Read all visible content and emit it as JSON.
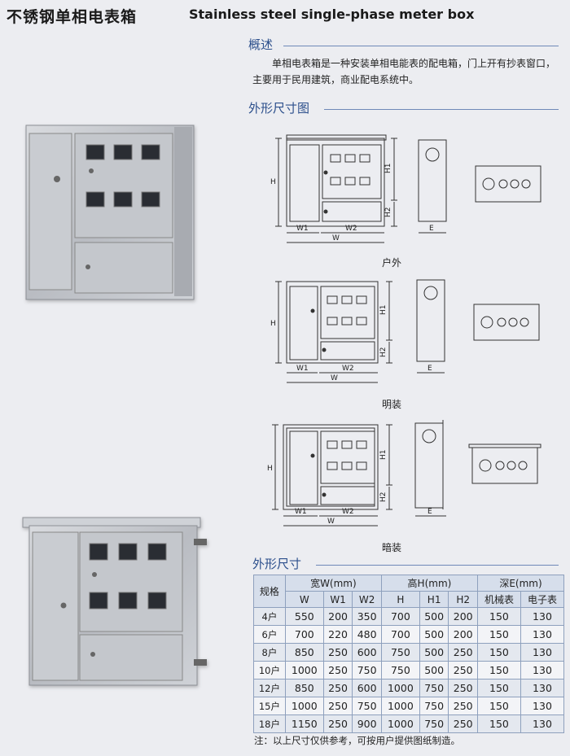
{
  "header": {
    "title_cn": "不锈钢单相电表箱",
    "title_en": "Stainless steel single-phase meter box"
  },
  "overview": {
    "heading": "概述",
    "text": "单相电表箱是一种安装单相电能表的配电箱，门上开有抄表窗口，主要用于民用建筑，商业配电系统中。"
  },
  "drawings": {
    "heading": "外形尺寸图",
    "labels": {
      "H": "H",
      "H1": "H1",
      "H2": "H2",
      "W": "W",
      "W1": "W1",
      "W2": "W2",
      "E": "E"
    },
    "captions": [
      "户外",
      "明装",
      "暗装"
    ]
  },
  "dimensions": {
    "heading": "外形尺寸",
    "headers": {
      "spec": "规格",
      "width_group": "宽W(mm)",
      "height_group": "高H(mm)",
      "depth_group": "深E(mm)",
      "sub": [
        "W",
        "W1",
        "W2",
        "H",
        "H1",
        "H2",
        "机械表",
        "电子表"
      ]
    },
    "rows": [
      [
        "4户",
        "550",
        "200",
        "350",
        "700",
        "500",
        "200",
        "150",
        "130"
      ],
      [
        "6户",
        "700",
        "220",
        "480",
        "700",
        "500",
        "200",
        "150",
        "130"
      ],
      [
        "8户",
        "850",
        "250",
        "600",
        "750",
        "500",
        "250",
        "150",
        "130"
      ],
      [
        "10户",
        "1000",
        "250",
        "750",
        "750",
        "500",
        "250",
        "150",
        "130"
      ],
      [
        "12户",
        "850",
        "250",
        "600",
        "1000",
        "750",
        "250",
        "150",
        "130"
      ],
      [
        "15户",
        "1000",
        "250",
        "750",
        "1000",
        "750",
        "250",
        "150",
        "130"
      ],
      [
        "18户",
        "1150",
        "250",
        "900",
        "1000",
        "750",
        "250",
        "150",
        "130"
      ]
    ],
    "note": "注：以上尺寸仅供参考，可按用户提供图纸制造。"
  }
}
